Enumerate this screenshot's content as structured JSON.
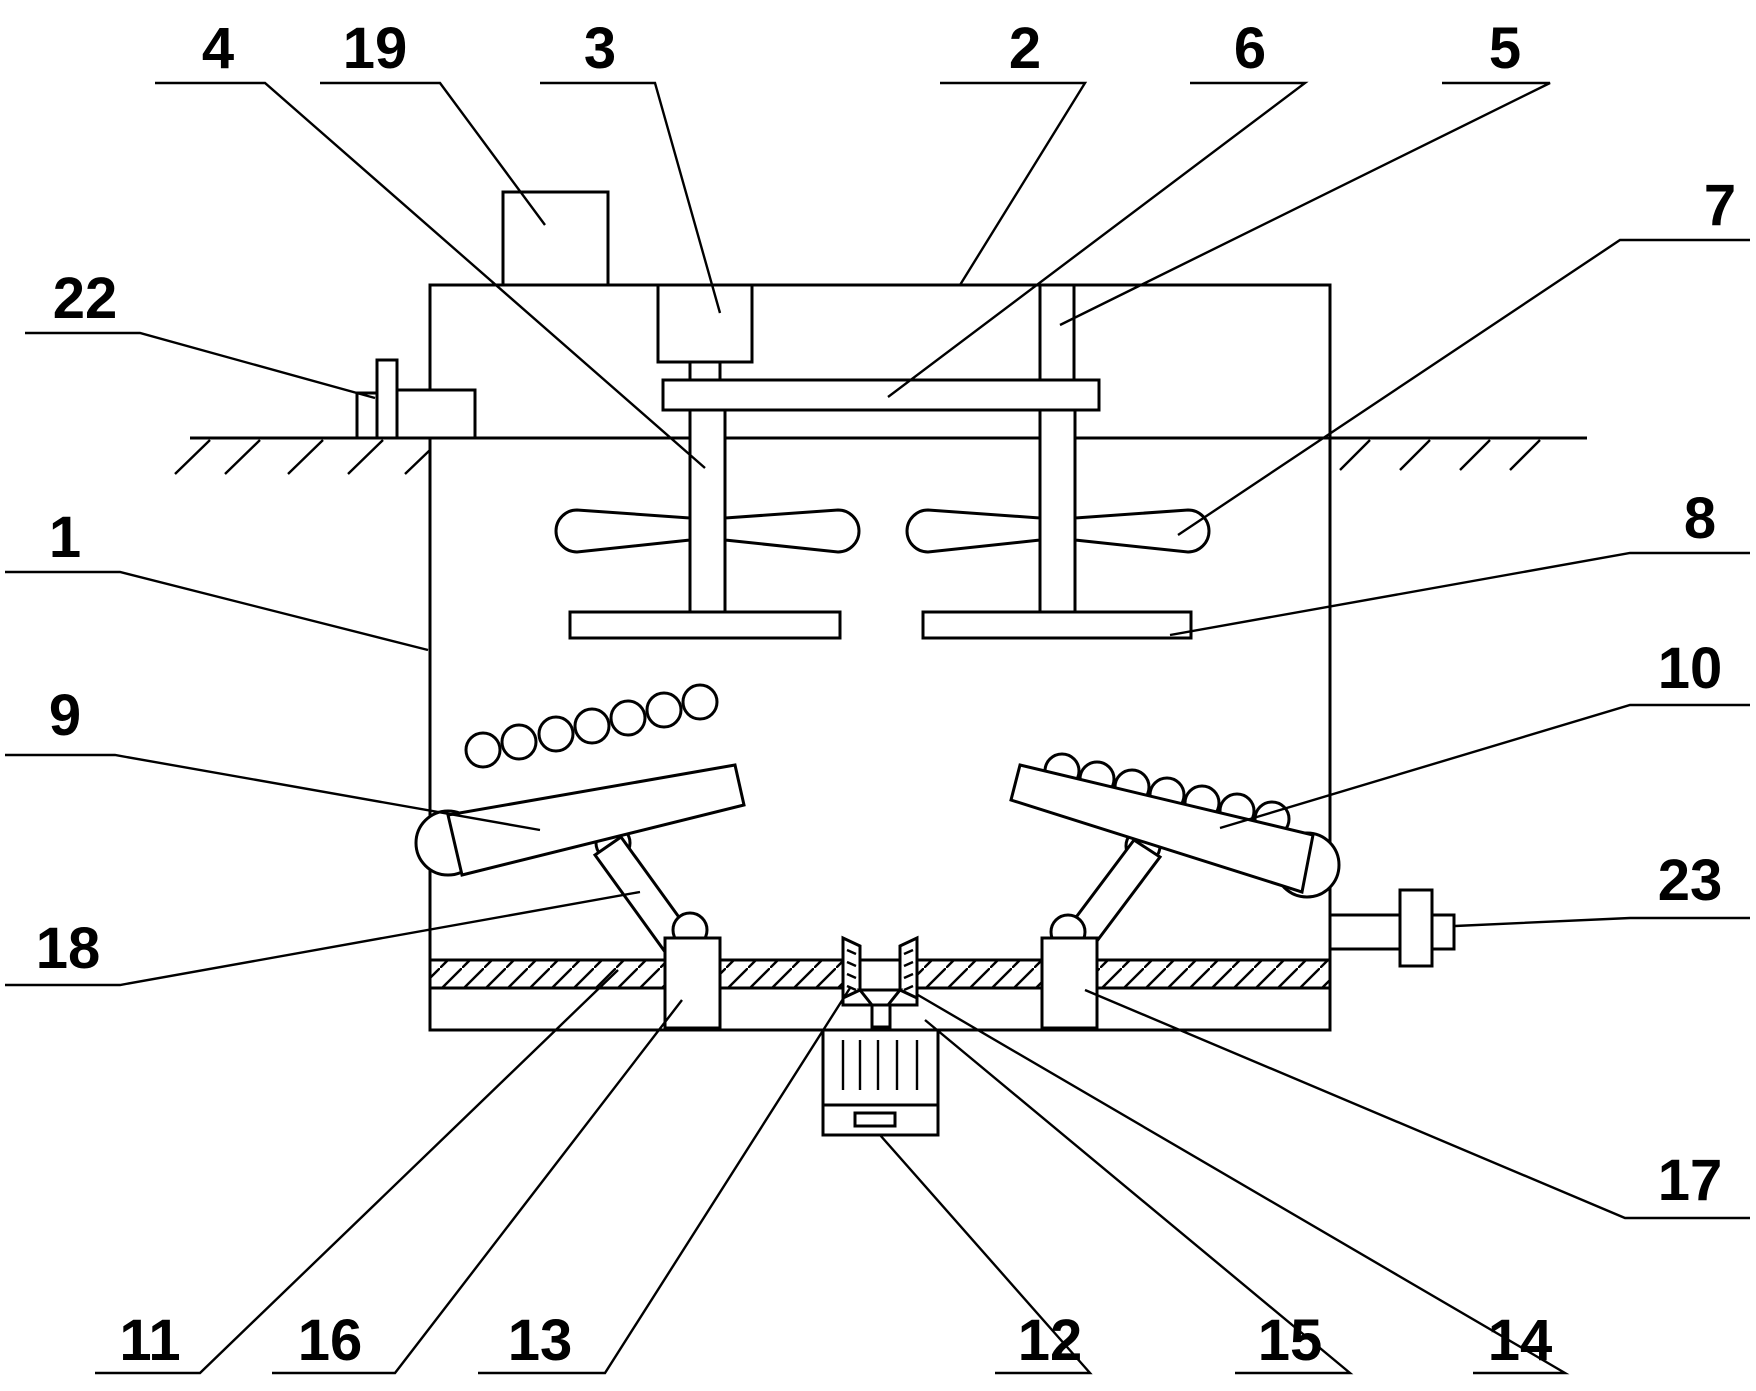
{
  "labels": {
    "l1": "1",
    "l2": "2",
    "l3": "3",
    "l4": "4",
    "l5": "5",
    "l6": "6",
    "l7": "7",
    "l8": "8",
    "l9": "9",
    "l10": "10",
    "l11": "11",
    "l12": "12",
    "l13": "13",
    "l14": "14",
    "l15": "15",
    "l16": "16",
    "l17": "17",
    "l18": "18",
    "l19": "19",
    "l22": "22",
    "l23": "23"
  }
}
